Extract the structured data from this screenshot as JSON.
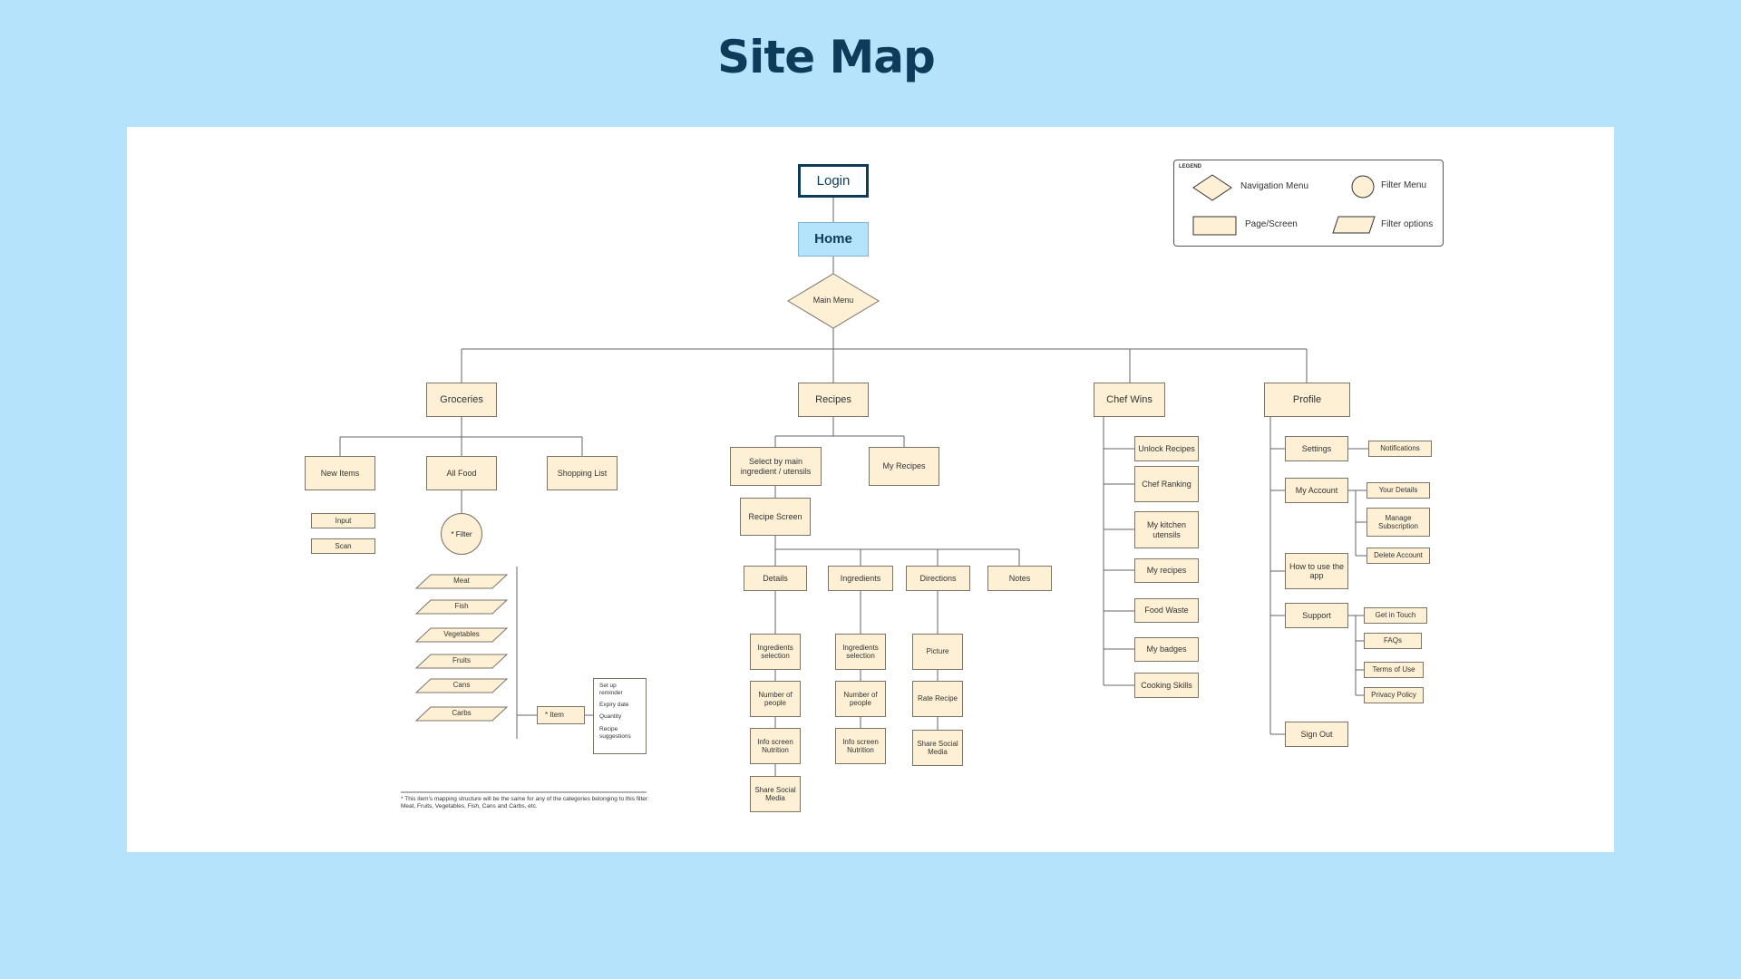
{
  "title": "Site Map",
  "legend": {
    "title": "LEGEND",
    "navigation_menu": "Navigation Menu",
    "filter_menu": "Filter Menu",
    "page_screen": "Page/Screen",
    "filter_options": "Filter options"
  },
  "top": {
    "login": "Login",
    "home": "Home",
    "main_menu": "Main Menu"
  },
  "groceries": {
    "label": "Groceries",
    "new_items": "New Items",
    "all_food": "All Food",
    "shopping_list": "Shopping List",
    "input": "Input",
    "scan": "Scan",
    "filter": "* Filter",
    "filter_options": [
      "Meat",
      "Fish",
      "Vegetables",
      "Fruits",
      "Cans",
      "Carbs"
    ],
    "item": "*   Item",
    "item_notes": [
      "Set up reminder",
      "Expiry date",
      "Quantity",
      "Recipe suggestions"
    ],
    "footnote": "* This item's mapping structure will be the same for any of the categories belonging to this filter: Meat, Fruits, Vegetables, Fish, Cans and Carbs, etc."
  },
  "recipes": {
    "label": "Recipes",
    "select_by": "Select by main ingredient / utensils",
    "my_recipes": "My Recipes",
    "recipe_screen": "Recipe Screen",
    "details": "Details",
    "ingredients": "Ingredients",
    "directions": "Directions",
    "notes": "Notes",
    "details_children": [
      "Ingredients selection",
      "Number of people",
      "Info screen Nutrition",
      "Share Social Media"
    ],
    "ingredients_children": [
      "Ingredients selection",
      "Number of people",
      "Info screen Nutrition"
    ],
    "directions_children": [
      "Picture",
      "Rate Recipe",
      "Share Social Media"
    ]
  },
  "chef_wins": {
    "label": "Chef Wins",
    "items": [
      "Unlock Recipes",
      "Chef Ranking",
      "My kitchen utensils",
      "My recipes",
      "Food Waste",
      "My badges",
      "Cooking Skills"
    ]
  },
  "profile": {
    "label": "Profile",
    "settings": "Settings",
    "notifications": "Notifications",
    "my_account": "My Account",
    "account_children": [
      "Your Details",
      "Manage Subscription",
      "Delete Account"
    ],
    "how_to_use": "How to use the app",
    "support": "Support",
    "support_children": [
      "Get in Touch",
      "FAQs",
      "Terms of Use",
      "Privacy Policy"
    ],
    "sign_out": "Sign Out"
  }
}
